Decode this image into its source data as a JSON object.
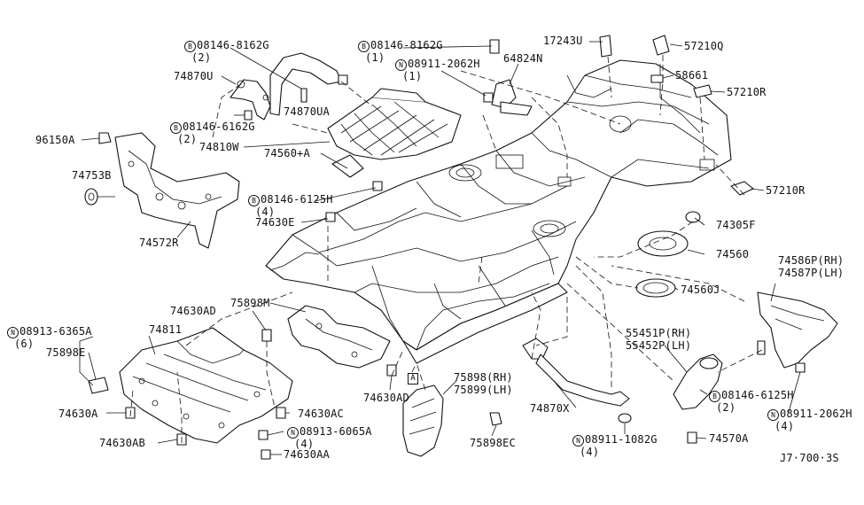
{
  "labels": {
    "b_08146_8162g_a": {
      "code": "B",
      "text": "08146-8162G",
      "sub": "(2)"
    },
    "b_08146_8162g_b": {
      "code": "B",
      "text": "08146-8162G",
      "sub": "(1)"
    },
    "n_08911_2062h_a": {
      "code": "N",
      "text": "08911-2062H",
      "sub": "(1)"
    },
    "p_64824n": {
      "text": "64824N"
    },
    "p_17243u": {
      "text": "17243U"
    },
    "p_57210q": {
      "text": "57210Q"
    },
    "p_58661": {
      "text": "58661"
    },
    "p_57210r_a": {
      "text": "57210R"
    },
    "p_57210r_b": {
      "text": "57210R"
    },
    "p_74870u": {
      "text": "74870U"
    },
    "p_74870ua": {
      "text": "74870UA"
    },
    "b_08146_6162g": {
      "code": "B",
      "text": "08146-6162G",
      "sub": "(2)"
    },
    "p_96150a": {
      "text": "96150A"
    },
    "p_74810w": {
      "text": "74810W"
    },
    "p_74560a": {
      "text": "74560+A"
    },
    "p_74753b": {
      "text": "74753B"
    },
    "b_08146_6125h_a": {
      "code": "B",
      "text": "08146-6125H",
      "sub": "(4)"
    },
    "p_74630e": {
      "text": "74630E"
    },
    "p_74572r": {
      "text": "74572R"
    },
    "p_74305f": {
      "text": "74305F"
    },
    "p_74560": {
      "text": "74560"
    },
    "p_74560j": {
      "text": "74560J"
    },
    "p_74586p": {
      "text": "74586P(RH)"
    },
    "p_74587p": {
      "text": "74587P(LH)"
    },
    "p_74630ad_a": {
      "text": "74630AD"
    },
    "p_75898m": {
      "text": "75898M"
    },
    "n_08913_6365a": {
      "code": "N",
      "text": "08913-6365A",
      "sub": "(6)"
    },
    "p_74811": {
      "text": "74811"
    },
    "p_75898e": {
      "text": "75898E"
    },
    "p_55451p": {
      "text": "55451P(RH)"
    },
    "p_55452p": {
      "text": "55452P(LH)"
    },
    "p_75898": {
      "text": "75898(RH)"
    },
    "p_75899": {
      "text": "75899(LH)"
    },
    "p_74630ad_b": {
      "text": "74630AD"
    },
    "b_08146_6125h_b": {
      "code": "B",
      "text": "08146-6125H",
      "sub": "(2)"
    },
    "p_74630a": {
      "text": "74630A"
    },
    "p_74630ac": {
      "text": "74630AC"
    },
    "p_74870x": {
      "text": "74870X"
    },
    "n_08911_2062h_b": {
      "code": "N",
      "text": "08911-2062H",
      "sub": "(4)"
    },
    "n_08913_6065a": {
      "code": "N",
      "text": "08913-6065A",
      "sub": "(4)"
    },
    "p_74630ab": {
      "text": "74630AB"
    },
    "p_75898ec": {
      "text": "75898EC"
    },
    "n_08911_1082g": {
      "code": "N",
      "text": "08911-1082G",
      "sub": "(4)"
    },
    "p_74570a": {
      "text": "74570A"
    },
    "p_74630aa": {
      "text": "74630AA"
    },
    "ref_a": {
      "text": "A"
    },
    "diagram_id": {
      "text": "J7·700·3S"
    }
  }
}
